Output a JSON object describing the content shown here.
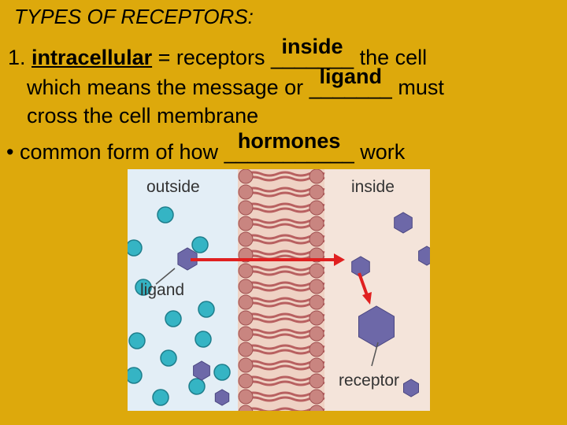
{
  "title": "TYPES OF RECEPTORS:",
  "item1": {
    "number": "1.",
    "term": "intracellular",
    "text_a": "= receptors",
    "blank1": "_______",
    "answer1": "inside",
    "text_b": "the cell"
  },
  "line2": {
    "text_a": "which means the message or",
    "blank": "_______",
    "answer": "ligand",
    "text_b": "must"
  },
  "line3": {
    "text": "cross the cell membrane"
  },
  "bullet": {
    "symbol": "•",
    "text_a": "common form of how",
    "blank": "___________",
    "answer": "hormones",
    "text_b": "work"
  },
  "diagram": {
    "label_outside": "outside",
    "label_inside": "inside",
    "label_ligand": "ligand",
    "label_receptor": "receptor",
    "colors": {
      "outside_bg": "#E3EEF6",
      "inside_bg": "#F4E4DA",
      "membrane_bg": "#EFD2C4",
      "lipid_head": "#C98580",
      "lipid_tail": "#B86060",
      "sphere": "#35B4C4",
      "hexagon": "#6D68A8",
      "arrow": "#E02020"
    },
    "icons": [
      "sphere-icon",
      "hexagon-icon",
      "arrow-icon"
    ]
  }
}
